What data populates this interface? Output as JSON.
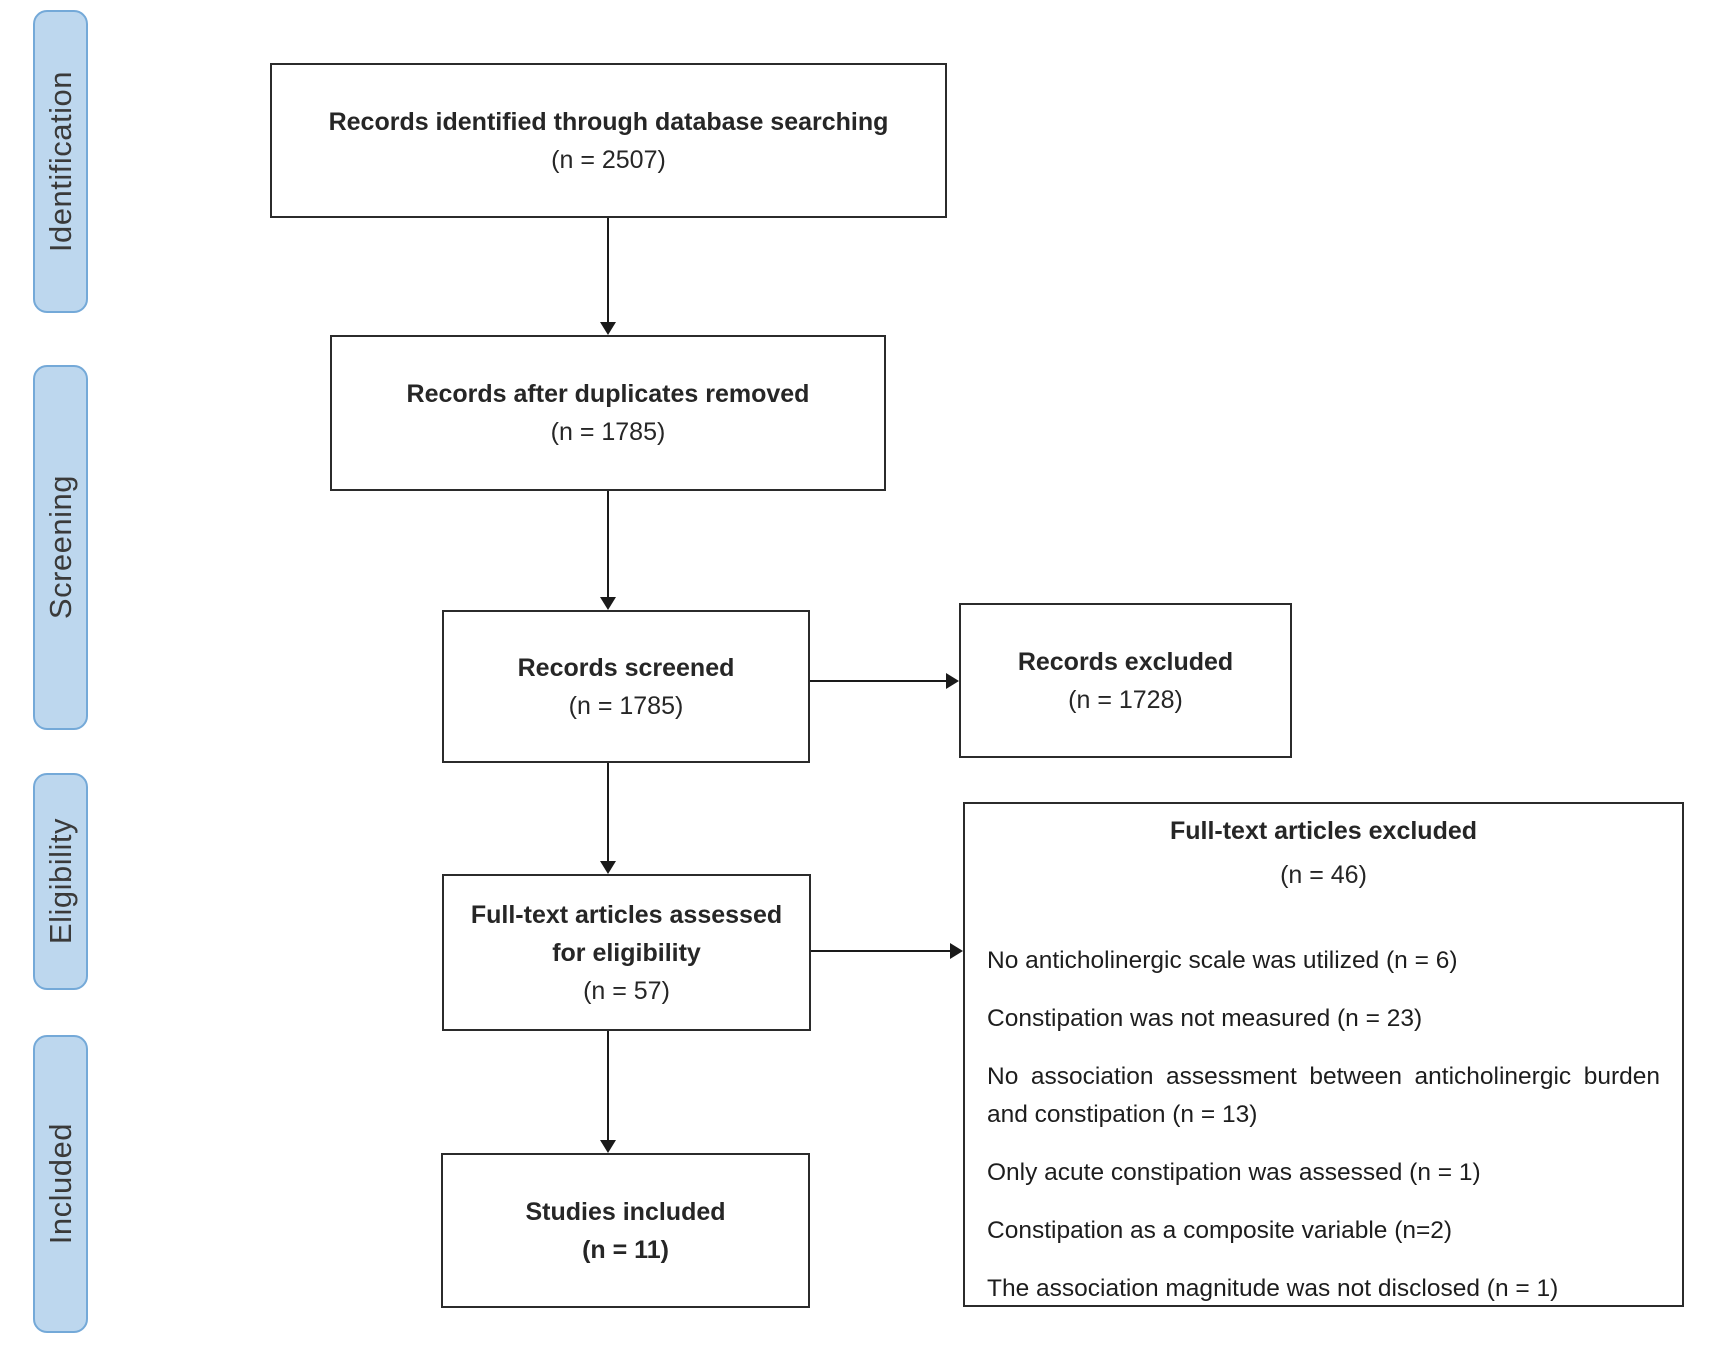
{
  "figure": {
    "type": "prisma-flow-diagram"
  },
  "colors": {
    "label_fill": "#bdd7ee",
    "label_border": "#74a9d8",
    "box_border": "#2b2b2b",
    "arrow": "#1a1a1a",
    "text": "#262626"
  },
  "stages": {
    "labels": [
      {
        "label": "Identification"
      },
      {
        "label": "Screening"
      },
      {
        "label": "Eligibility"
      },
      {
        "label": "Included"
      }
    ]
  },
  "flow": {
    "identified": {
      "title": "Records identified through database searching",
      "n": "(n = 2507)"
    },
    "duplicates": {
      "title": "Records after duplicates removed",
      "n": "(n = 1785)"
    },
    "screened": {
      "title": "Records screened",
      "n": "(n = 1785)"
    },
    "records_excluded": {
      "title": "Records excluded",
      "n": "(n = 1728)"
    },
    "fulltext": {
      "title": "Full-text articles assessed for eligibility",
      "n": "(n = 57)"
    },
    "included": {
      "title": "Studies included",
      "n": "(n = 11)"
    },
    "fulltext_excluded": {
      "title": "Full-text articles excluded",
      "n": "(n = 46)",
      "reasons": [
        "No anticholinergic scale was utilized (n = 6)",
        "Constipation was not measured (n = 23)",
        "No association assessment between anticholinergic burden and constipation (n = 13)",
        "Only acute constipation was assessed (n = 1)",
        "Constipation as a composite variable (n=2)",
        "The association magnitude was not disclosed (n = 1)"
      ]
    }
  }
}
